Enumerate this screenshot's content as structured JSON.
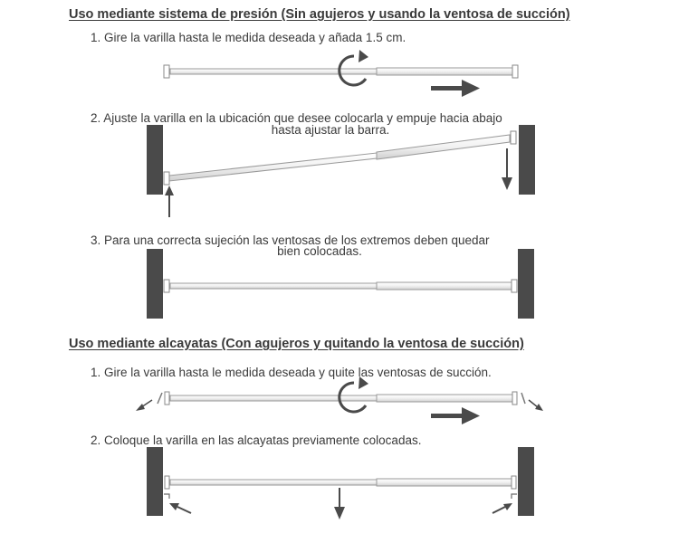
{
  "section1": {
    "heading": "Uso mediante sistema de presión (Sin agujeros y usando la ventosa de succión)",
    "step1": "1. Gire la varilla hasta le medida deseada y añada 1.5 cm.",
    "step2_line1": "2. Ajuste la varilla en la ubicación que desee colocarla y empuje hacia abajo",
    "step2_line2": "hasta ajustar la barra.",
    "step3_line1": "3. Para una correcta sujeción las ventosas de los extremos deben quedar",
    "step3_line2": "bien colocadas."
  },
  "section2": {
    "heading": "Uso mediante alcayatas (Con agujeros y quitando la ventosa de succión)",
    "step1": "1. Gire la varilla hasta le medida deseada y quite las ventosas de succión.",
    "step2": "2. Coloque la varilla en las alcayatas previamente colocadas."
  },
  "colors": {
    "wall": "#4a4a4a",
    "rod": "#9a9a9a",
    "arrow": "#4a4a4a",
    "text": "#3a3a3a"
  },
  "icons": {
    "rotate": "rotate-clockwise-icon",
    "arrow_right": "arrow-right-icon",
    "arrow_up": "arrow-up-icon",
    "arrow_down": "arrow-down-icon"
  }
}
